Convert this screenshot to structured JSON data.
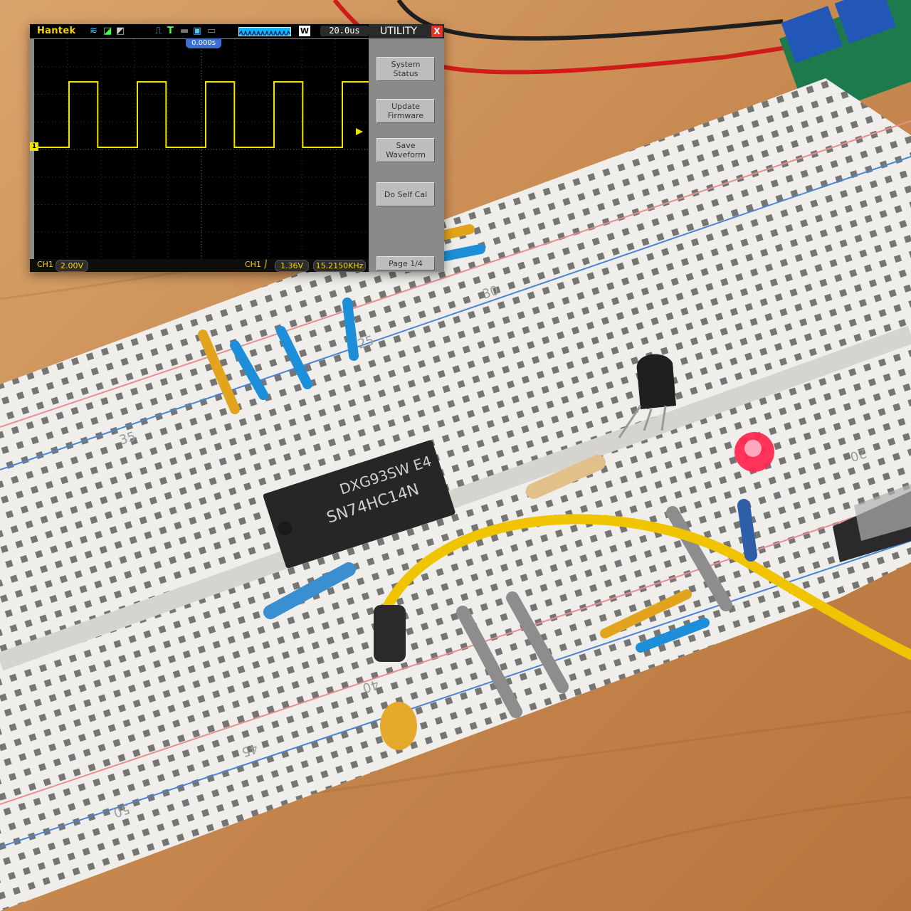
{
  "scope": {
    "brand": "Hantek",
    "timebase": "20.0us",
    "trigger_position": "0.000s",
    "trigger_mode_letter": "W",
    "menu_title": "UTILITY",
    "close_label": "X",
    "menu_buttons": [
      "System\nStatus",
      "Update\nFirmware",
      "Save\nWaveform",
      "Do Self Cal"
    ],
    "page_label": "Page 1/4",
    "channel_marker": "1",
    "ch1_label": "CH1",
    "ch1_scale": "2.00V",
    "trigger_ch": "CH1",
    "trigger_level": "1.36V",
    "frequency": "15.2150KHz",
    "trace_color": "#f2e200"
  },
  "board": {
    "ic_line1": "DXG93SW E4",
    "ic_line2": "SN74HC14N",
    "row_numbers": [
      "35",
      "40",
      "45",
      "50",
      "30",
      "25",
      "20"
    ]
  }
}
